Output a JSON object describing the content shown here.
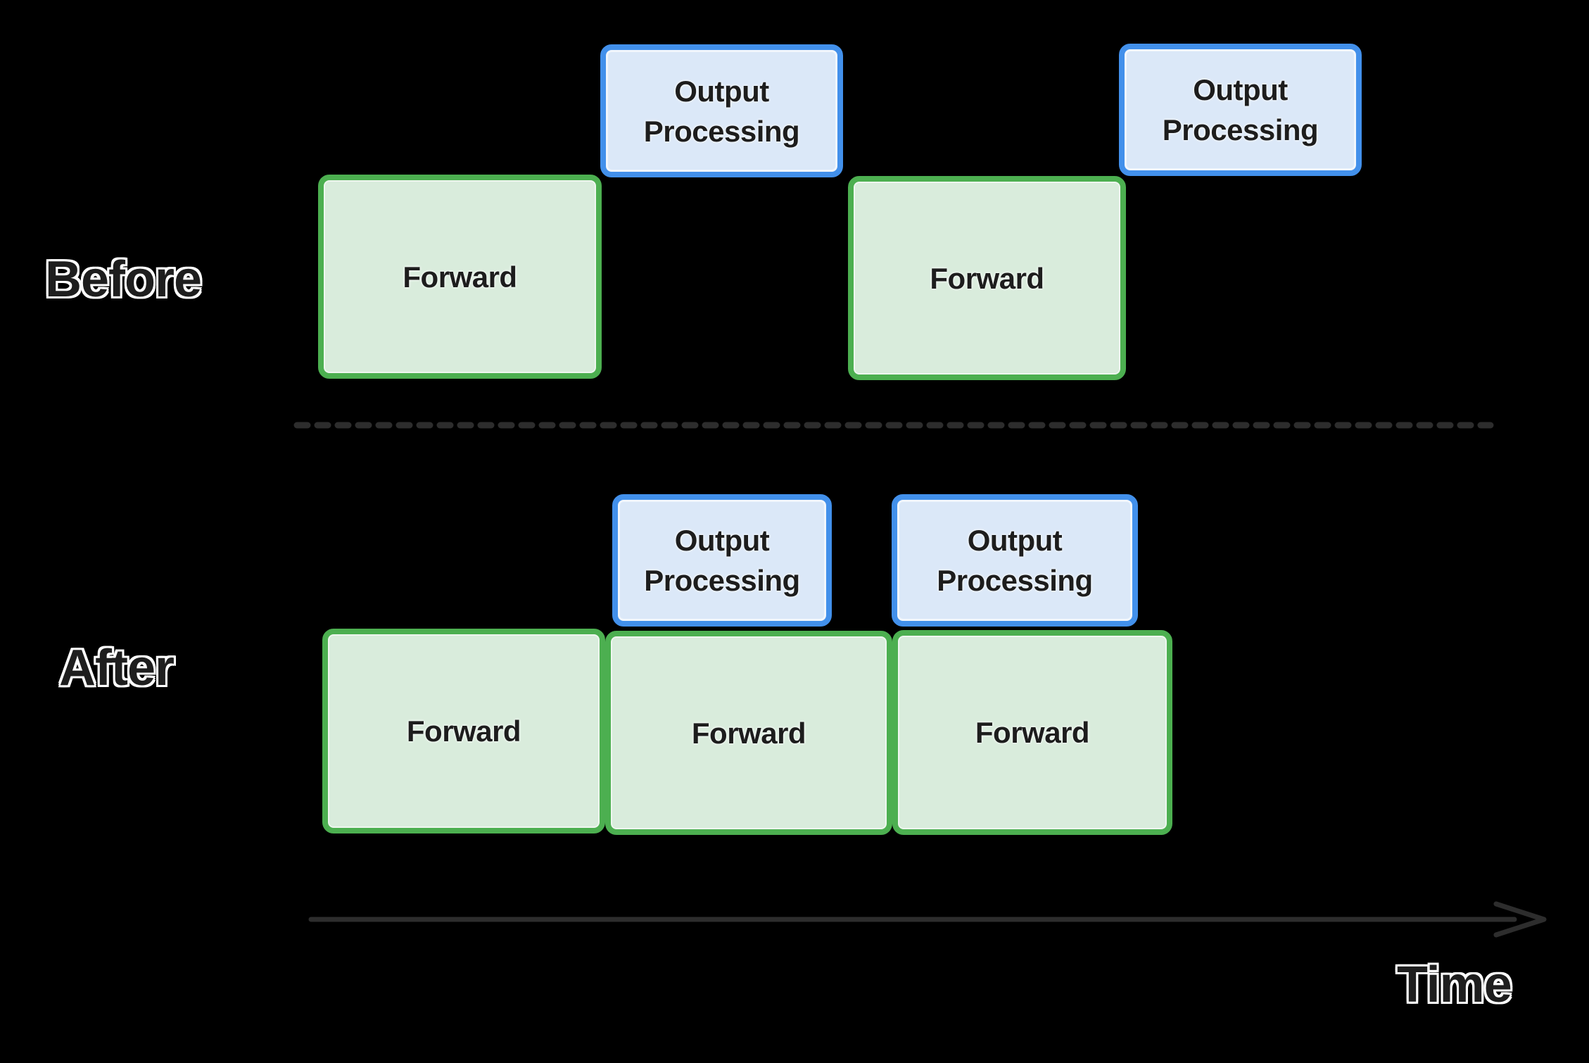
{
  "sections": {
    "before": {
      "label": "Before",
      "forward_boxes": [
        "Forward",
        "Forward"
      ],
      "output_boxes": [
        "Output Processing",
        "Output Processing"
      ]
    },
    "after": {
      "label": "After",
      "forward_boxes": [
        "Forward",
        "Forward",
        "Forward"
      ],
      "output_boxes": [
        "Output Processing",
        "Output Processing"
      ]
    }
  },
  "axis": {
    "label": "Time"
  },
  "colors": {
    "background": "#000000",
    "forward_fill": "#d9ecdc",
    "forward_border": "#4caf50",
    "output_fill": "#dbe8f8",
    "output_border": "#4290eb",
    "box_text": "#1d1d1d",
    "divider": "#2d2d2d",
    "arrow": "#2d2d2d",
    "section_label_fill": "#1e1e1e",
    "section_label_outline": "#ffffff"
  }
}
